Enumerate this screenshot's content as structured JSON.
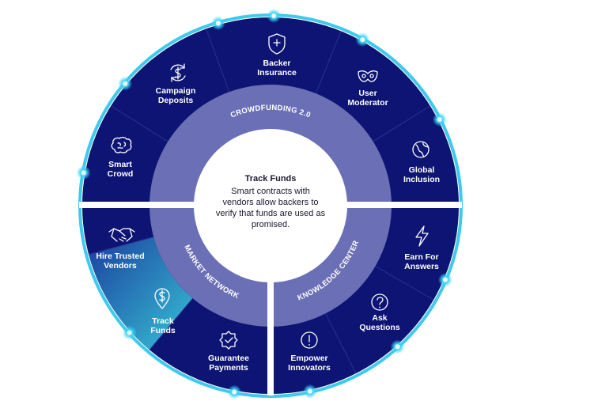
{
  "diagram": {
    "center": {
      "title": "Track Funds",
      "description_lines": [
        "Smart contracts with",
        "vendors allow backers to",
        "verify that funds are used as",
        "promised."
      ]
    },
    "ring_sections": [
      {
        "id": "crowdfunding",
        "label": "CROWDFUNDING 2.0"
      },
      {
        "id": "market",
        "label": "MARKET NETWORK"
      },
      {
        "id": "knowledge",
        "label": "KNOWLEDGE CENTER"
      }
    ],
    "segments": [
      {
        "id": "backer-insurance",
        "lines": [
          "Backer",
          "Insurance"
        ],
        "icon": "shield-icon"
      },
      {
        "id": "user-moderator",
        "lines": [
          "User",
          "Moderator"
        ],
        "icon": "mask-icon"
      },
      {
        "id": "global-inclusion",
        "lines": [
          "Global",
          "Inclusion"
        ],
        "icon": "globe-icon"
      },
      {
        "id": "earn-for-answers",
        "lines": [
          "Earn For",
          "Answers"
        ],
        "icon": "lightning-icon"
      },
      {
        "id": "ask-questions",
        "lines": [
          "Ask",
          "Questions"
        ],
        "icon": "question-icon"
      },
      {
        "id": "empower-innovators",
        "lines": [
          "Empower",
          "Innovators"
        ],
        "icon": "exclamation-icon"
      },
      {
        "id": "guarantee-payments",
        "lines": [
          "Guarantee",
          "Payments"
        ],
        "icon": "badge-check-icon"
      },
      {
        "id": "track-funds",
        "lines": [
          "Track",
          "Funds"
        ],
        "icon": "map-pin-dollar-icon",
        "active": true
      },
      {
        "id": "hire-trusted-vendors",
        "lines": [
          "Hire Trusted",
          "Vendors"
        ],
        "icon": "handshake-icon"
      },
      {
        "id": "smart-crowd",
        "lines": [
          "Smart",
          "Crowd"
        ],
        "icon": "brain-icon"
      },
      {
        "id": "campaign-deposits",
        "lines": [
          "Campaign",
          "Deposits"
        ],
        "icon": "dollar-cycle-icon"
      }
    ],
    "colors": {
      "outer": "#0d1473",
      "ring": "#6b6fb5",
      "active": "#2fb8c8",
      "glow": "#29c6ea",
      "center": "#ffffff"
    }
  }
}
